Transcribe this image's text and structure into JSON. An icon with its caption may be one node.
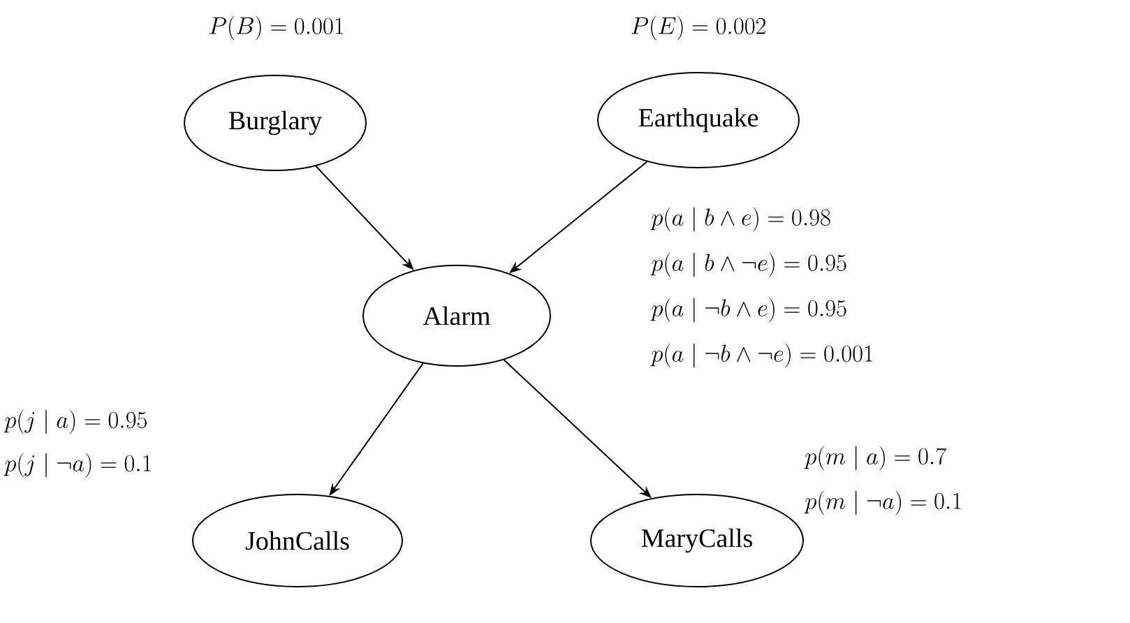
{
  "diagram": {
    "nodes": [
      {
        "text": [
          "Burglary"
        ],
        "beside": [
          "P(B)=0.001"
        ]
      },
      {
        "text": [
          "Earthquake"
        ],
        "beside": [
          "P(E)=0.002"
        ]
      },
      {
        "text": [
          "Alarm"
        ],
        "beside": [
          "p(a\\mid b\\wedge e)=0.98",
          "p(a\\mid b\\wedge\\neg e)=0.95",
          "p(a\\mid\\neg b\\wedge e)=0.95",
          "p(a\\mid\\neg b\\wedge\\neg e)=0.001"
        ]
      },
      {
        "text": [
          "JohnCalls"
        ],
        "beside": [
          "p(j\\mid a)=0.95",
          "p(j\\mid\\neg a)=0.1"
        ]
      },
      {
        "text": [
          "MaryCalls"
        ],
        "beside": [
          "p(m\\mid a)=0.7",
          "p(m\\mid\\neg a)=0.1"
        ]
      }
    ],
    "edges": [
      {
        "from": 0,
        "to": 2,
        "arrow": "to"
      },
      {
        "from": 1,
        "to": 2,
        "arrow": "to"
      },
      {
        "from": 2,
        "to": 3,
        "arrow": "to"
      },
      {
        "from": 2,
        "to": 4,
        "arrow": "to"
      }
    ]
  }
}
